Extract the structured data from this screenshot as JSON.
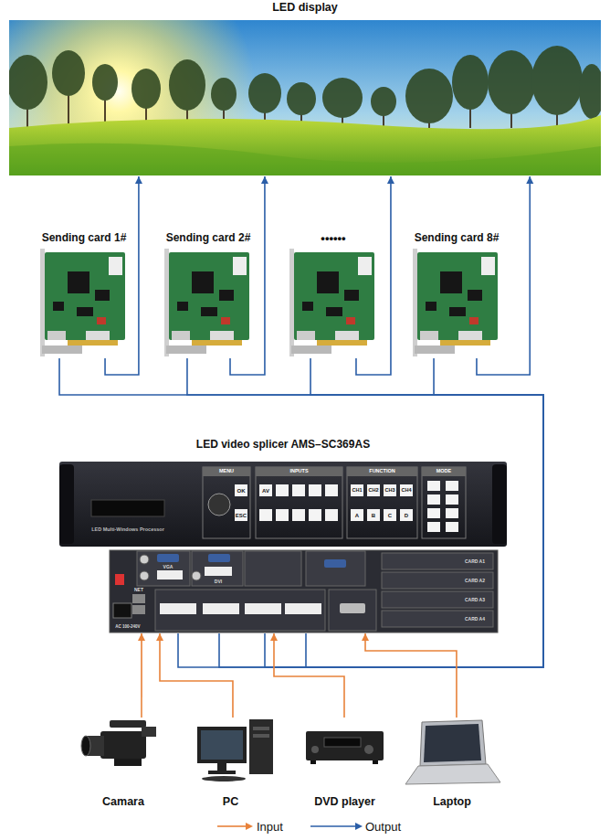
{
  "diagram": {
    "nodes": [
      {
        "text": [
          "LED display"
        ]
      },
      {
        "text": [
          "Sending card 1#"
        ]
      },
      {
        "text": [
          "Sending card 2#"
        ]
      },
      {
        "text": [
          "••••••"
        ]
      },
      {
        "text": [
          "Sending card 8#"
        ]
      },
      {
        "text": [
          "LED video splicer AMS–SC369AS"
        ]
      },
      {
        "text": [
          "Camara"
        ]
      },
      {
        "text": [
          "PC"
        ]
      },
      {
        "text": [
          "DVD player"
        ]
      },
      {
        "text": [
          "Laptop"
        ]
      }
    ],
    "edges": [
      {
        "from": 1,
        "to": 0,
        "arrow": "to"
      },
      {
        "from": 2,
        "to": 0,
        "arrow": "to"
      },
      {
        "from": 3,
        "to": 0,
        "arrow": "to"
      },
      {
        "from": 4,
        "to": 0,
        "arrow": "to"
      },
      {
        "from": 5,
        "to": 1,
        "arrow": "none"
      },
      {
        "from": 5,
        "to": 2,
        "arrow": "none"
      },
      {
        "from": 5,
        "to": 3,
        "arrow": "none"
      },
      {
        "from": 5,
        "to": 4,
        "arrow": "none"
      },
      {
        "from": 6,
        "to": 5,
        "arrow": "to"
      },
      {
        "from": 7,
        "to": 5,
        "arrow": "to"
      },
      {
        "from": 8,
        "to": 5,
        "arrow": "to"
      },
      {
        "from": 9,
        "to": 5,
        "arrow": "to"
      }
    ],
    "labels": [
      "LED Multi-Windows Processor",
      "MENU",
      "INPUTS",
      "FUNCTION",
      "MODE",
      "OK",
      "ESC",
      "AV",
      "CH1",
      "CH2",
      "CH3",
      "CH4",
      "A",
      "B",
      "C",
      "D",
      "CARD A1",
      "CARD A2",
      "CARD A3",
      "CARD A4",
      "VGA",
      "DVI",
      "NET",
      "AC 100-240V"
    ],
    "legend": [
      {
        "text": "Input"
      },
      {
        "text": "Output"
      }
    ]
  }
}
